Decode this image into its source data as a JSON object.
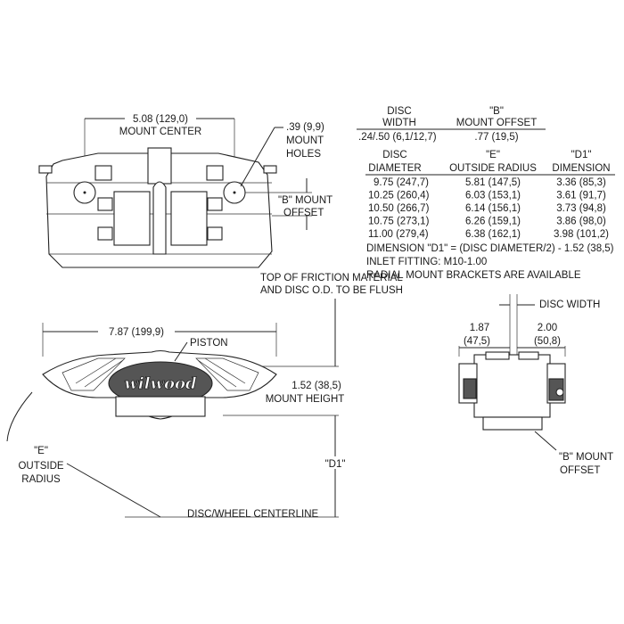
{
  "top_view": {
    "mount_center_value": "5.08 (129,0)",
    "mount_center_label": "MOUNT CENTER",
    "mount_holes_value": ".39 (9,9)",
    "mount_holes_label_1": "MOUNT",
    "mount_holes_label_2": "HOLES",
    "b_offset_label_1": "\"B\" MOUNT",
    "b_offset_label_2": "OFFSET"
  },
  "spec_table_1": {
    "headers": [
      [
        "DISC",
        "WIDTH"
      ],
      [
        "\"B\"",
        "MOUNT OFFSET"
      ]
    ],
    "row": [
      ".24/.50  (6,1/12,7)",
      ".77  (19,5)"
    ]
  },
  "spec_table_2": {
    "headers": [
      [
        "DISC",
        "DIAMETER"
      ],
      [
        "\"E\"",
        "OUTSIDE RADIUS"
      ],
      [
        "\"D1\"",
        "DIMENSION"
      ]
    ],
    "rows": [
      [
        "9.75  (247,7)",
        "5.81  (147,5)",
        "3.36  (85,3)"
      ],
      [
        "10.25  (260,4)",
        "6.03  (153,1)",
        "3.61  (91,7)"
      ],
      [
        "10.50  (266,7)",
        "6.14  (156,1)",
        "3.73  (94,8)"
      ],
      [
        "10.75  (273,1)",
        "6.26  (159,1)",
        "3.86  (98,0)"
      ],
      [
        "11.00  (279,4)",
        "6.38  (162,1)",
        "3.98  (101,2)"
      ]
    ]
  },
  "notes": [
    "DIMENSION \"D1\" = (DISC DIAMETER/2) - 1.52 (38,5)",
    "INLET FITTING: M10-1.00",
    "RADIAL MOUNT BRACKETS ARE AVAILABLE"
  ],
  "front_view": {
    "flush_note_1": "TOP OF FRICTION MATERIAL",
    "flush_note_2": "AND DISC O.D. TO BE FLUSH",
    "width_value": "7.87 (199,9)",
    "piston_label": "PISTON",
    "mount_height_value": "1.52 (38,5)",
    "mount_height_label": "MOUNT HEIGHT",
    "e_label": "\"E\"",
    "e_label_2": "OUTSIDE",
    "e_label_3": "RADIUS",
    "d1_label": "\"D1\"",
    "centerline_label": "DISC/WHEEL CENTERLINE",
    "logo_text": "wilwood"
  },
  "side_view": {
    "disc_width_label": "DISC WIDTH",
    "left_value": "1.87",
    "left_value_mm": "(47,5)",
    "right_value": "2.00",
    "right_value_mm": "(50,8)",
    "b_offset_label_1": "\"B\" MOUNT",
    "b_offset_label_2": "OFFSET"
  }
}
